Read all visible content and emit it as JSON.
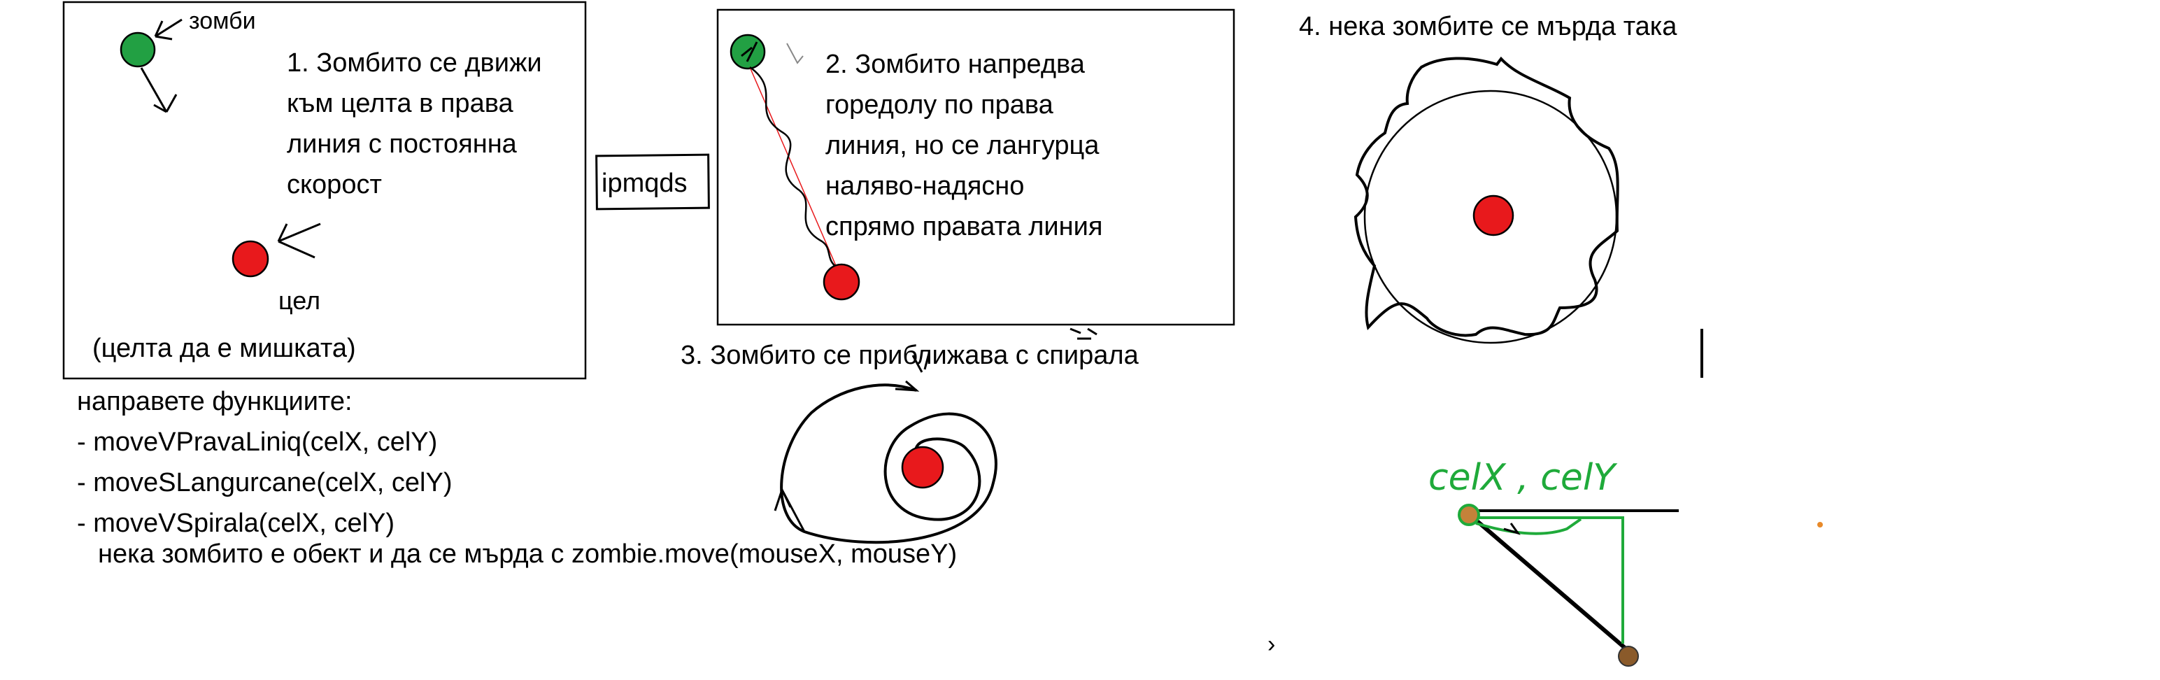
{
  "panel1": {
    "zombie_label": "зомби",
    "desc_lines": [
      "1. Зомбито се движи",
      "към целта в права",
      "линия с постоянна",
      "скорост"
    ],
    "target_label": "цел",
    "note": "(целта да е мишката)"
  },
  "connector_label": "ipmqds",
  "panel2": {
    "desc_lines": [
      "2. Зомбито напредва",
      "горедолу по права",
      "линия, но се лангурца",
      "наляво-надясно",
      "спрямо правата линия"
    ]
  },
  "panel3": {
    "title": "3. Зомбито се приближава с спирала"
  },
  "panel4": {
    "title": "4. нека зомбите се мърда така"
  },
  "functions": {
    "heading": "направете функциите:",
    "items": [
      "- moveVPravaLiniq(celX, celY)",
      "- moveSLangurcane(celX, celY)",
      "- moveVSpirala(celX, celY)"
    ],
    "footer": "нека зомбито е обект и да се мърда с zombie.move(mouseX, mouseY)"
  },
  "sketch": {
    "handwritten_label": "celX , celY",
    "stray_mark": "›"
  },
  "colors": {
    "zombie": "#22a043",
    "target": "#e8191c",
    "sketch_green": "#1faa3a",
    "ink": "#000000"
  }
}
